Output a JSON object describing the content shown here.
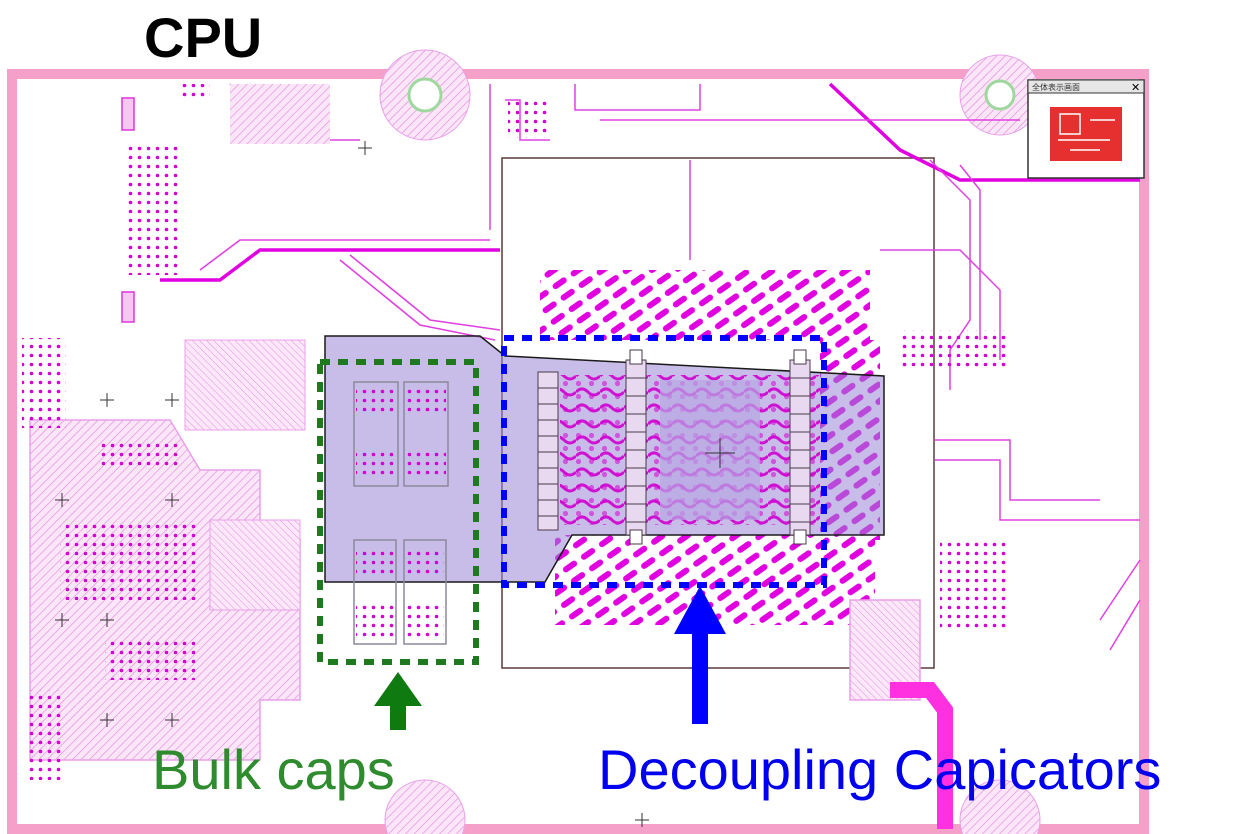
{
  "header": {
    "title": "CPU"
  },
  "annotations": {
    "bulk": {
      "label": "Bulk caps",
      "color": "#2e8b2e"
    },
    "decoupling": {
      "label": "Decoupling Capicators",
      "color": "#0000ee"
    }
  },
  "minimap": {
    "caption": "全体表示画面"
  },
  "colors": {
    "frame": "#f4a0c8",
    "trace": "#e000e0",
    "trace_light": "#e8a0e8",
    "outline": "#5a3a3a",
    "plane_fill": "#9b85d6"
  },
  "icons": {
    "close": "close-icon"
  }
}
